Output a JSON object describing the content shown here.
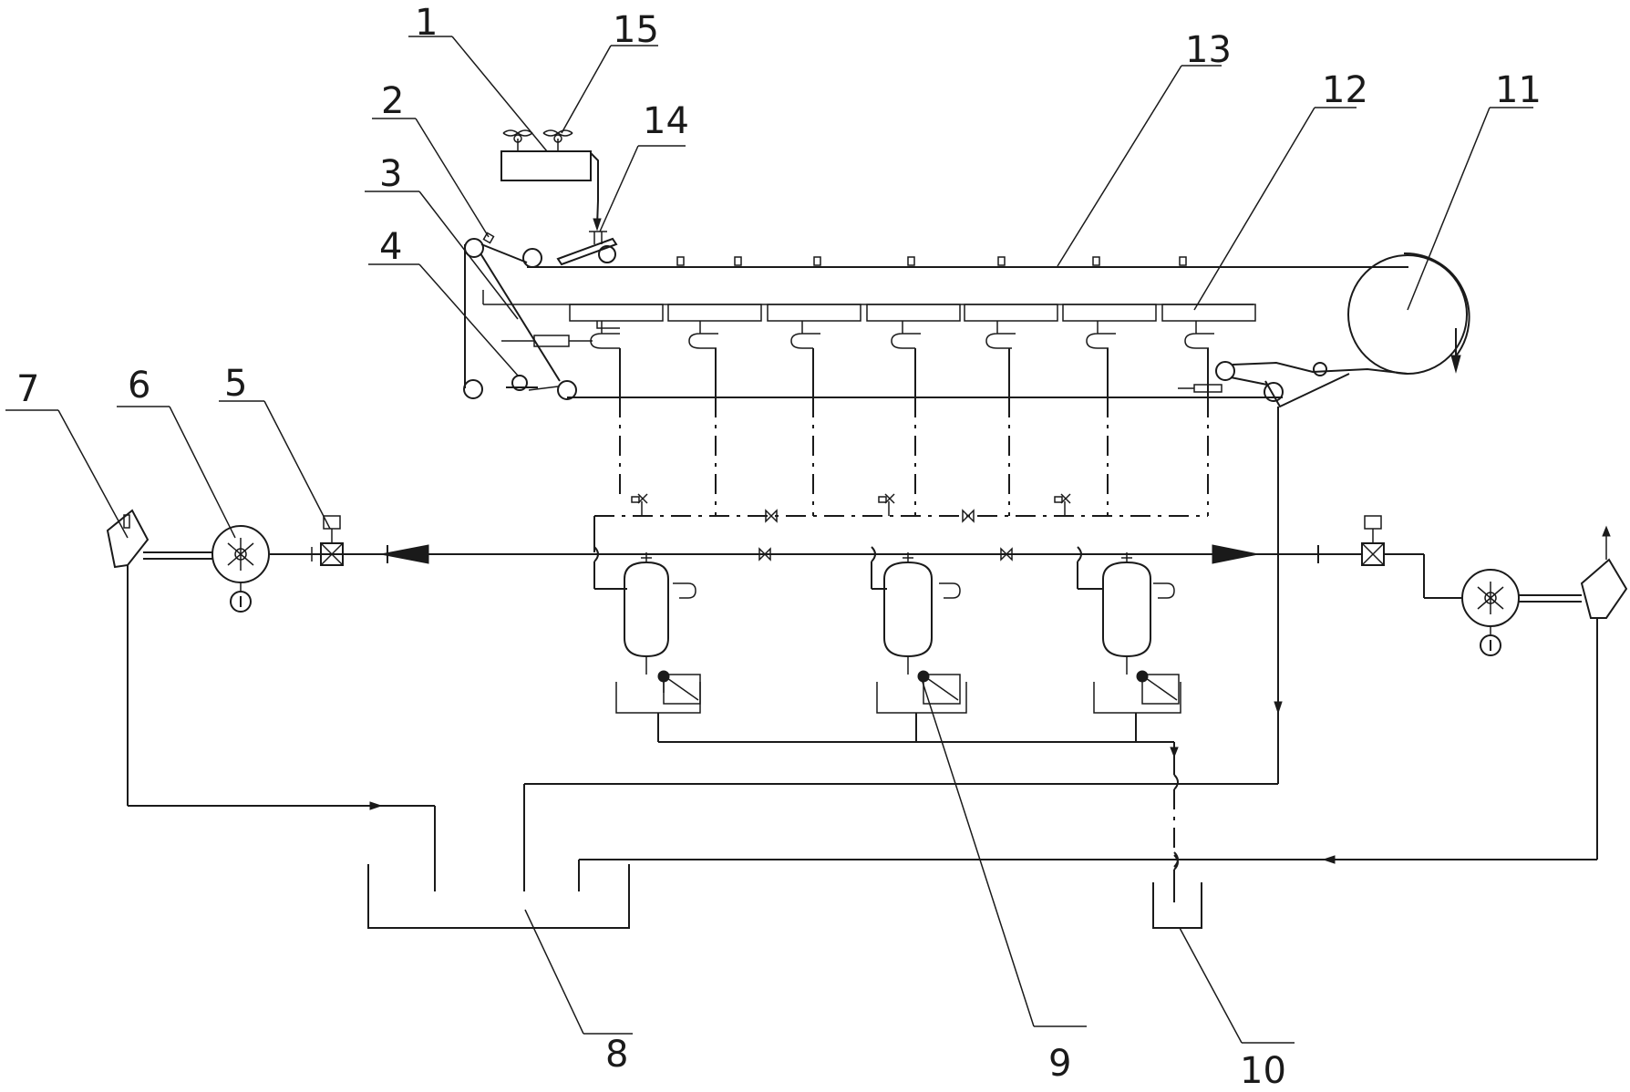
{
  "colors": {
    "line": "#1a1a1a",
    "background": "#ffffff"
  },
  "labels": {
    "l1": "1",
    "l2": "2",
    "l3": "3",
    "l4": "4",
    "l5": "5",
    "l6": "6",
    "l7": "7",
    "l8": "8",
    "l9": "9",
    "l10": "10",
    "l11": "11",
    "l12": "12",
    "l13": "13",
    "l14": "14",
    "l15": "15"
  }
}
